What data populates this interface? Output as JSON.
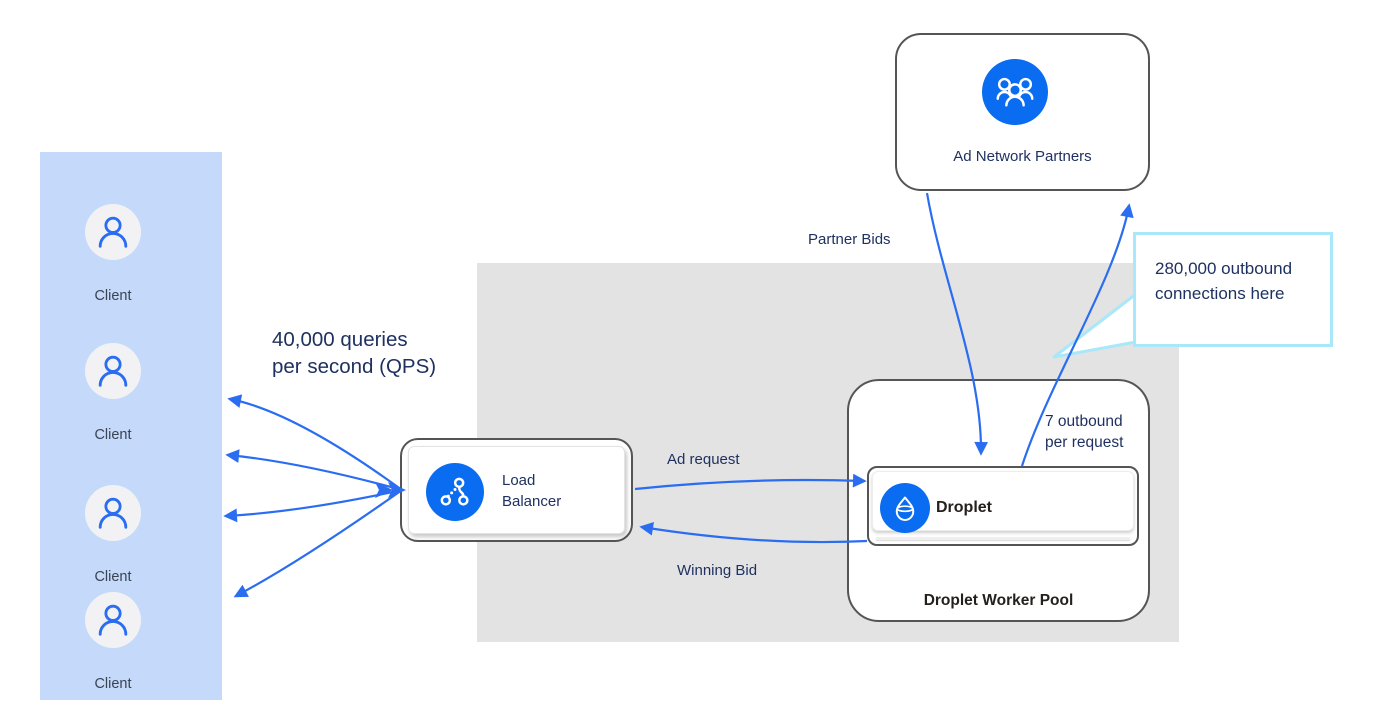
{
  "colors": {
    "accent-blue": "#2A6DF1",
    "icon-blue": "#0A6CF0",
    "panel-blue": "#C5DAFB",
    "panel-gray": "#E3E3E3",
    "box-border": "#555555",
    "text-navy": "#1F3161",
    "text-dark": "#23201E",
    "callout-border": "#A9E7FA",
    "client-circle": "#F2F2F4"
  },
  "clients": {
    "items": [
      "Client",
      "Client",
      "Client",
      "Client"
    ]
  },
  "annotations": {
    "qps": "40,000 queries per second (QPS)",
    "outbound_per_request": "7 outbound per request",
    "callout": "280,000 outbound connections here"
  },
  "nodes": {
    "load_balancer": {
      "label": "Load Balancer",
      "icon": "load-balancer-icon"
    },
    "droplet": {
      "label": "Droplet",
      "icon": "droplet-icon"
    },
    "worker_pool": {
      "label": "Droplet Worker Pool"
    },
    "ad_network": {
      "label": "Ad Network Partners",
      "icon": "people-icon"
    },
    "client": {
      "icon": "person-icon"
    }
  },
  "edges": {
    "ad_request": "Ad request",
    "winning_bid": "Winning Bid",
    "partner_bids": "Partner Bids"
  }
}
